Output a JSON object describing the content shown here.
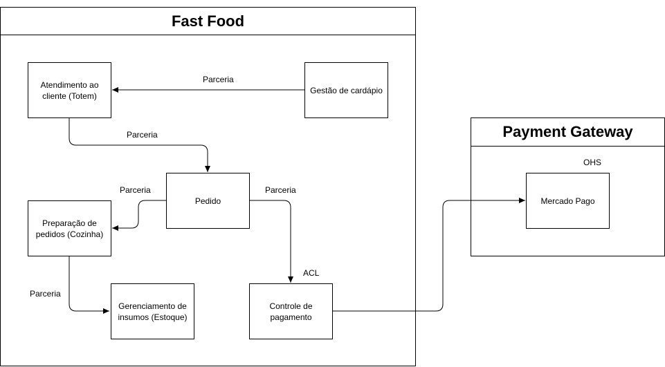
{
  "containers": {
    "fast_food": "Fast Food",
    "payment_gateway": "Payment Gateway"
  },
  "nodes": {
    "atendimento": "Atendimento ao\ncliente (Totem)",
    "gestao_cardapio": "Gestão de cardápio",
    "pedido": "Pedido",
    "preparacao": "Preparação de\npedidos (Cozinha)",
    "gerenciamento": "Gerenciamento de\ninsumos (Estoque)",
    "controle_pagamento": "Controle de\npagamento",
    "mercado_pago": "Mercado Pago"
  },
  "edge_labels": {
    "gestao_to_atendimento": "Parceria",
    "atendimento_to_pedido": "Parceria",
    "pedido_to_preparacao": "Parceria",
    "pedido_to_controle": "Parceria",
    "preparacao_to_gerenciamento": "Parceria",
    "acl": "ACL",
    "ohs": "OHS"
  }
}
